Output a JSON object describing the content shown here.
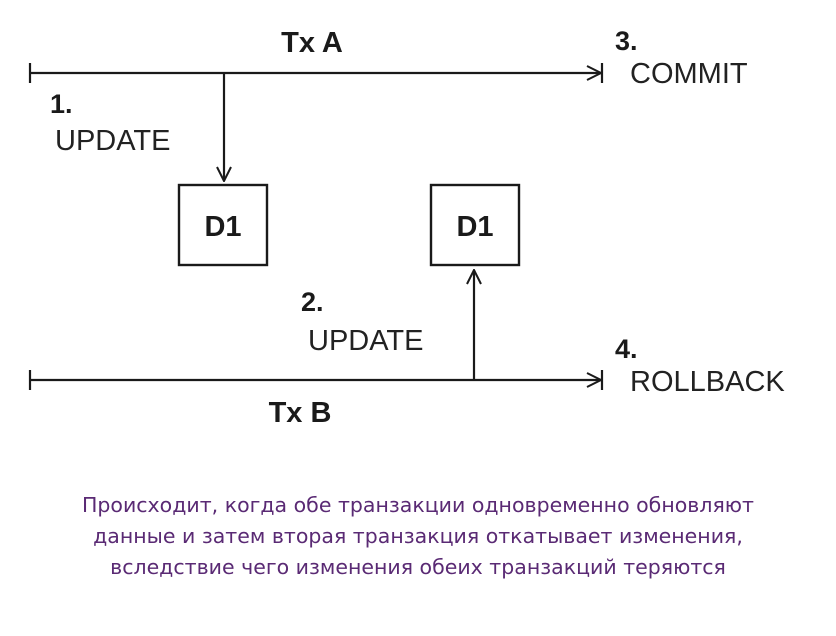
{
  "diagram": {
    "tx_a": {
      "label": "Tx A",
      "step_update": {
        "number": "1.",
        "label": "UPDATE"
      },
      "step_end": {
        "number": "3.",
        "label": "COMMIT"
      }
    },
    "tx_b": {
      "label": "Tx B",
      "step_update": {
        "number": "2.",
        "label": "UPDATE"
      },
      "step_end": {
        "number": "4.",
        "label": "ROLLBACK"
      }
    },
    "data_item_left": "D1",
    "data_item_right": "D1"
  },
  "caption": {
    "lines": [
      "Происходит, когда обе транзакции одновременно обновляют",
      "данные и затем вторая транзакция откатывает изменения,",
      "вследствие чего изменения обеих транзакций теряются"
    ]
  },
  "colors": {
    "caption_text": "#5a2a74",
    "lines": "#1a1a1a"
  }
}
